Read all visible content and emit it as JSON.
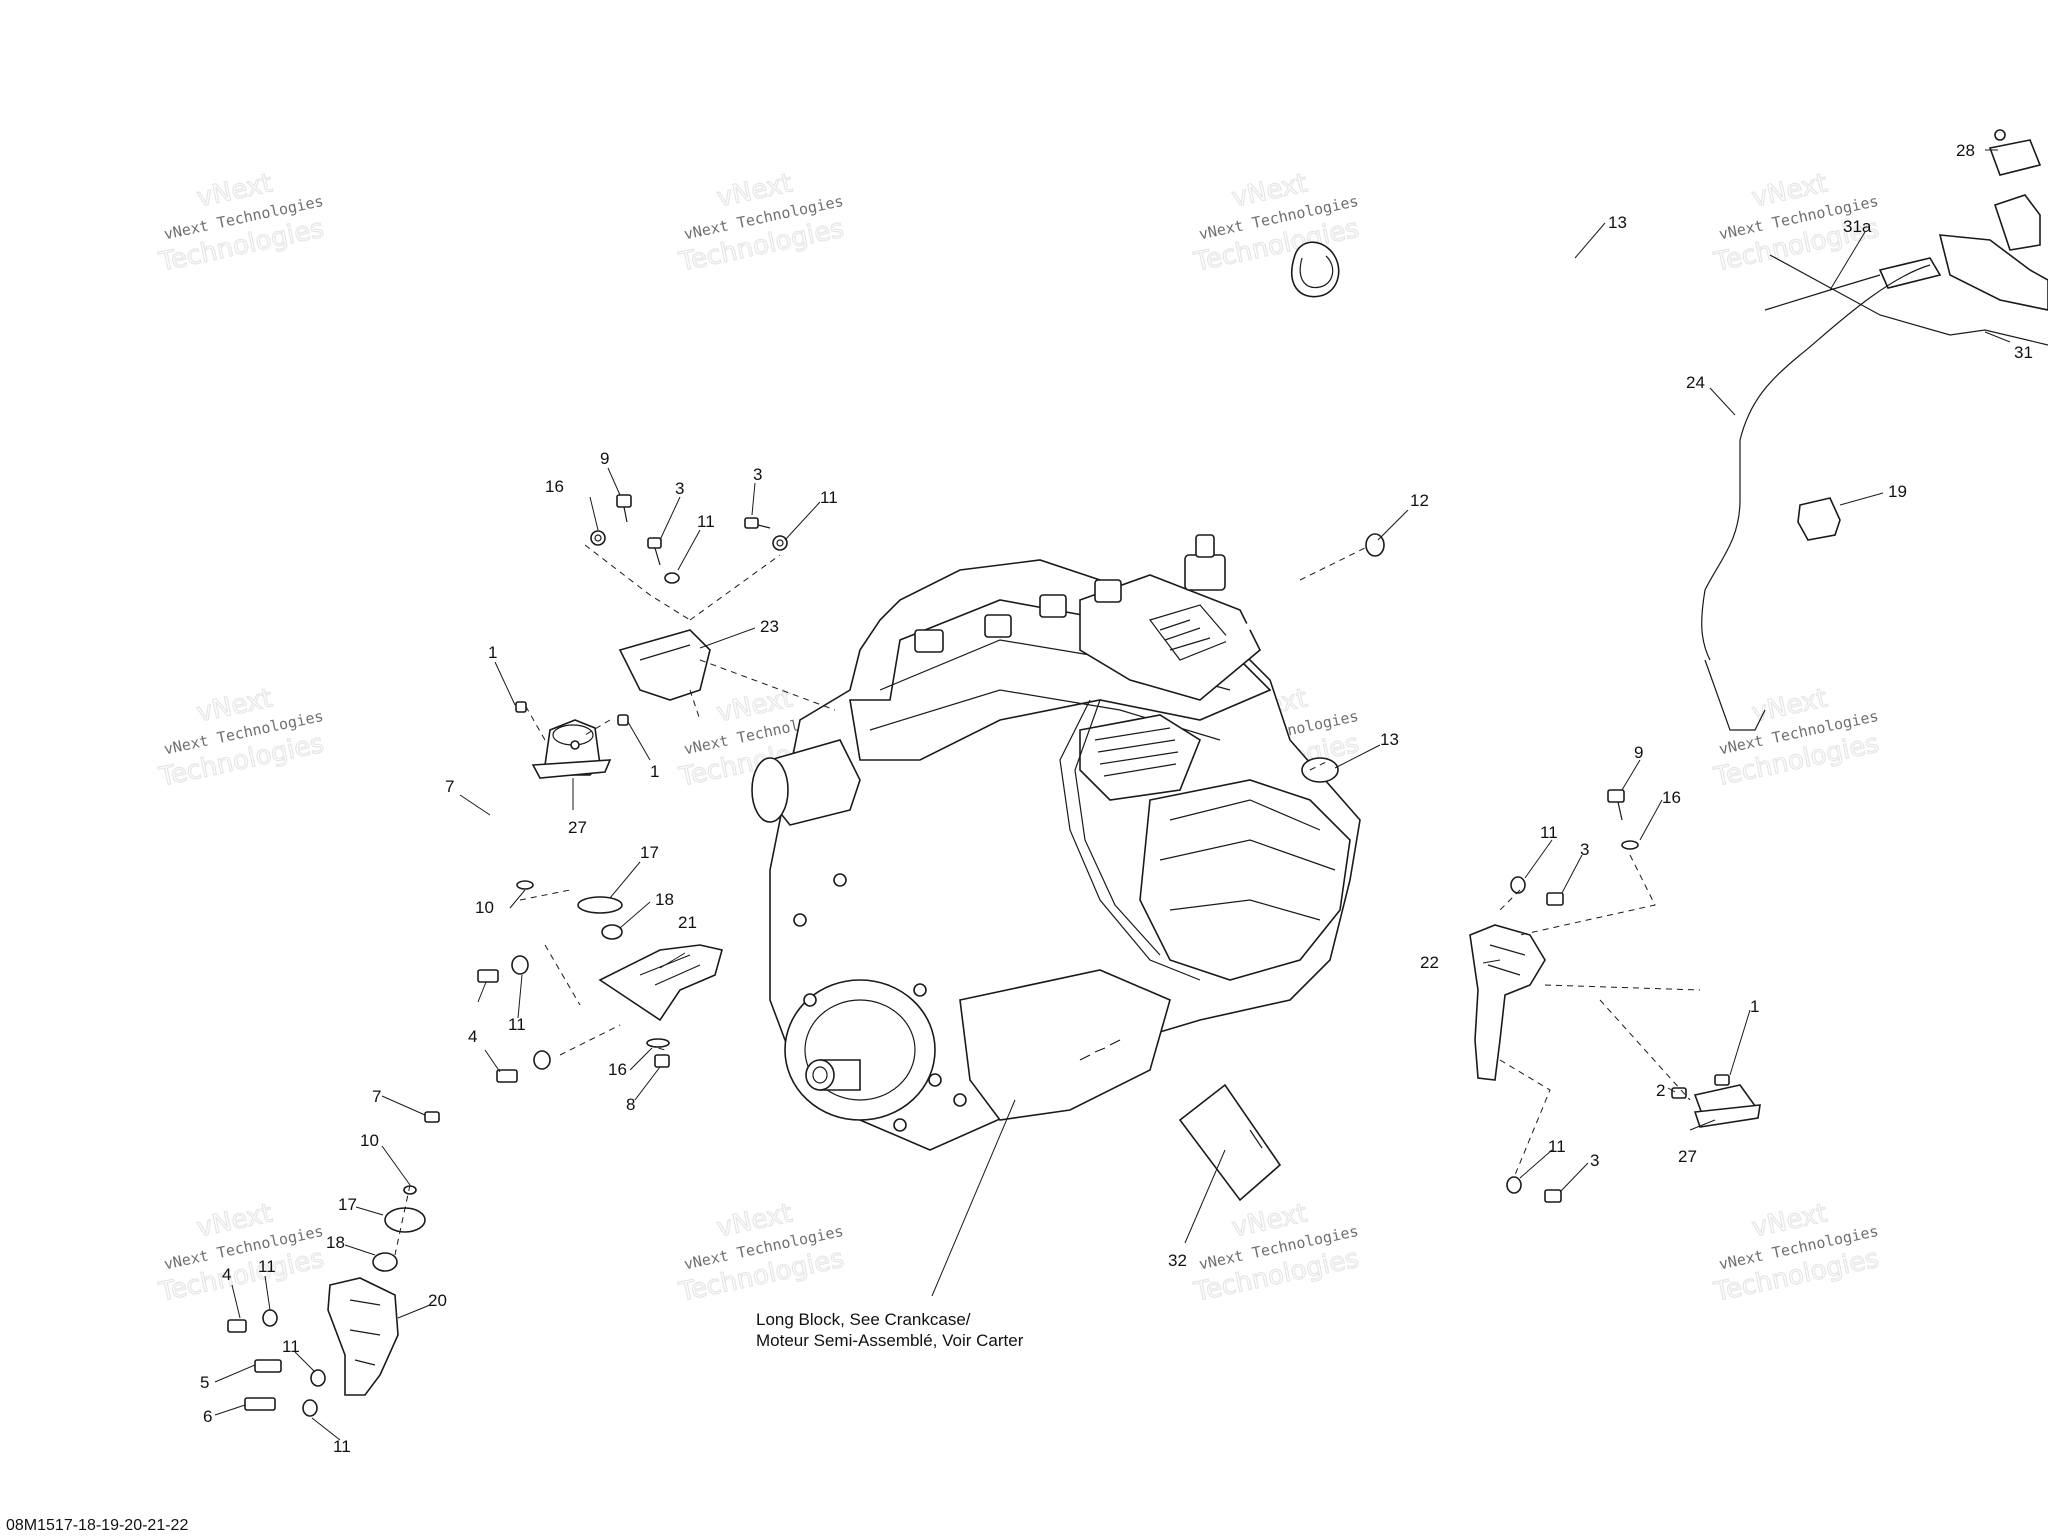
{
  "watermark": {
    "line1": "vNext",
    "line2": "vNext Technologies",
    "line3": "Technologies"
  },
  "callouts": {
    "c28": "28",
    "c13a": "13",
    "c31a": "31a",
    "c31": "31",
    "c24": "24",
    "c19": "19",
    "c12": "12",
    "c9a": "9",
    "c16a": "16",
    "c3a": "3",
    "c3b": "3",
    "c11a": "11",
    "c11b": "11",
    "c23": "23",
    "c1a": "1",
    "c1b": "1",
    "c27a": "27",
    "c7a": "7",
    "c17a": "17",
    "c18a": "18",
    "c10a": "10",
    "c21": "21",
    "c4a": "4",
    "c11c": "11",
    "c16b": "16",
    "c8": "8",
    "c13b": "13",
    "c9b": "9",
    "c16c": "16",
    "c11d": "11",
    "c3c": "3",
    "c22": "22",
    "c1c": "1",
    "c2": "2",
    "c27b": "27",
    "c11e": "11",
    "c3d": "3",
    "c32": "32",
    "c7b": "7",
    "c10b": "10",
    "c17b": "17",
    "c18b": "18",
    "c4b": "4",
    "c11f": "11",
    "c20": "20",
    "c11g": "11",
    "c5": "5",
    "c6": "6",
    "c11h": "11"
  },
  "note": {
    "line1": "Long Block, See Crankcase/",
    "line2": "Moteur Semi-Assemblé, Voir Carter"
  },
  "footer": {
    "code": "08M1517-18-19-20-21-22"
  }
}
